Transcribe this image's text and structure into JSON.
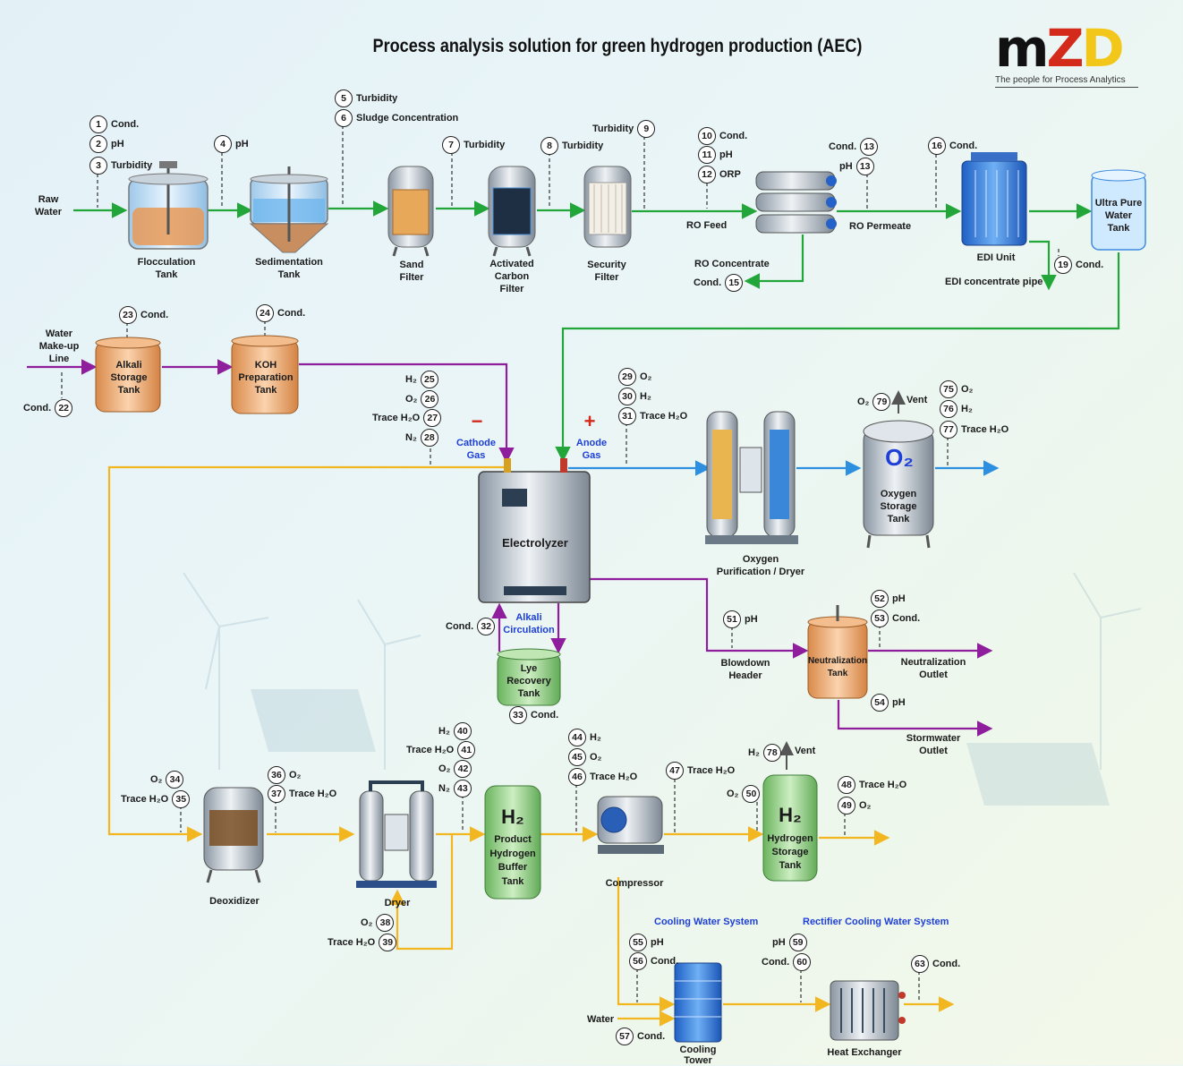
{
  "title": "Process analysis solution for green hydrogen production (AEC)",
  "logo": {
    "text": "mZD",
    "tagline": "The people for Process Analytics"
  },
  "colors": {
    "water": "#22a63a",
    "lye": "#8e1e9c",
    "oxygen": "#2d8fe0",
    "hydrogen": "#f2b720",
    "accent": "#1d3fd6"
  },
  "units": {
    "raw_water": "Raw\nWater",
    "flocculation": "Flocculation\nTank",
    "sedimentation": "Sedimentation\nTank",
    "sand_filter": "Sand\nFilter",
    "activated_carbon": "Activated\nCarbon\nFilter",
    "security_filter": "Security\nFilter",
    "ro_feed": "RO Feed",
    "ro_permeate": "RO Permeate",
    "ro_concentrate": "RO Concentrate",
    "edi_unit": "EDI Unit",
    "edi_concentrate": "EDI concentrate pipe",
    "ultra_pure": "Ultra Pure\nWater\nTank",
    "water_makeup": "Water\nMake-up\nLine",
    "alkali_storage": "Alkali\nStorage\nTank",
    "koh_prep": "KOH\nPreparation\nTank",
    "cathode_gas": "Cathode\nGas",
    "anode_gas": "Anode\nGas",
    "electrolyzer": "Electrolyzer",
    "oxygen_purif": "Oxygen\nPurification / Dryer",
    "oxygen_storage": "Oxygen\nStorage\nTank",
    "alkali_circ": "Alkali\nCirculation",
    "lye_recovery": "Lye\nRecovery\nTank",
    "blowdown": "Blowdown\nHeader",
    "neutralization": "Neutralization\nTank",
    "neut_outlet": "Neutralization\nOutlet",
    "storm_outlet": "Stormwater\nOutlet",
    "deoxidizer": "Deoxidizer",
    "dryer": "Dryer",
    "product_h2": "Product\nHydrogen\nBuffer\nTank",
    "compressor": "Compressor",
    "h2_storage": "Hydrogen\nStorage\nTank",
    "cooling_water": "Cooling Water System",
    "rectifier_cooling": "Rectifier Cooling Water System",
    "water_in": "Water",
    "cooling_tower": "Cooling\nTower",
    "heat_exchanger": "Heat Exchanger",
    "vent": "Vent",
    "o2_symbol": "O₂",
    "h2_symbol": "H₂",
    "minus": "−",
    "plus": "+"
  },
  "signals": [
    {
      "n": "1",
      "t": "Cond."
    },
    {
      "n": "2",
      "t": "pH"
    },
    {
      "n": "3",
      "t": "Turbidity"
    },
    {
      "n": "4",
      "t": "pH"
    },
    {
      "n": "5",
      "t": "Turbidity"
    },
    {
      "n": "6",
      "t": "Sludge Concentration"
    },
    {
      "n": "7",
      "t": "Turbidity"
    },
    {
      "n": "8",
      "t": "Turbidity"
    },
    {
      "n": "9",
      "t": "Turbidity"
    },
    {
      "n": "10",
      "t": "Cond."
    },
    {
      "n": "11",
      "t": "pH"
    },
    {
      "n": "12",
      "t": "ORP"
    },
    {
      "n": "13",
      "t": "Cond."
    },
    {
      "n": "13",
      "t": "pH"
    },
    {
      "n": "15",
      "t": "Cond."
    },
    {
      "n": "16",
      "t": "Cond."
    },
    {
      "n": "19",
      "t": "Cond."
    },
    {
      "n": "22",
      "t": "Cond."
    },
    {
      "n": "23",
      "t": "Cond."
    },
    {
      "n": "24",
      "t": "Cond."
    },
    {
      "n": "25",
      "t": "H₂"
    },
    {
      "n": "26",
      "t": "O₂"
    },
    {
      "n": "27",
      "t": "Trace H₂O"
    },
    {
      "n": "28",
      "t": "N₂"
    },
    {
      "n": "29",
      "t": "O₂"
    },
    {
      "n": "30",
      "t": "H₂"
    },
    {
      "n": "31",
      "t": "Trace H₂O"
    },
    {
      "n": "79",
      "t": "O₂"
    },
    {
      "n": "75",
      "t": "O₂"
    },
    {
      "n": "76",
      "t": "H₂"
    },
    {
      "n": "77",
      "t": "Trace H₂O"
    },
    {
      "n": "32",
      "t": "Cond."
    },
    {
      "n": "33",
      "t": "Cond."
    },
    {
      "n": "51",
      "t": "pH"
    },
    {
      "n": "52",
      "t": "pH"
    },
    {
      "n": "53",
      "t": "Cond."
    },
    {
      "n": "54",
      "t": "pH"
    },
    {
      "n": "34",
      "t": "O₂"
    },
    {
      "n": "35",
      "t": "Trace H₂O"
    },
    {
      "n": "36",
      "t": "O₂"
    },
    {
      "n": "37",
      "t": "Trace H₂O"
    },
    {
      "n": "40",
      "t": "H₂"
    },
    {
      "n": "41",
      "t": "Trace H₂O"
    },
    {
      "n": "42",
      "t": "O₂"
    },
    {
      "n": "43",
      "t": "N₂"
    },
    {
      "n": "38",
      "t": "O₂"
    },
    {
      "n": "39",
      "t": "Trace H₂O"
    },
    {
      "n": "44",
      "t": "H₂"
    },
    {
      "n": "45",
      "t": "O₂"
    },
    {
      "n": "46",
      "t": "Trace H₂O"
    },
    {
      "n": "47",
      "t": "Trace H₂O"
    },
    {
      "n": "78",
      "t": "H₂"
    },
    {
      "n": "50",
      "t": "O₂"
    },
    {
      "n": "48",
      "t": "Trace H₂O"
    },
    {
      "n": "49",
      "t": "O₂"
    },
    {
      "n": "55",
      "t": "pH"
    },
    {
      "n": "56",
      "t": "Cond."
    },
    {
      "n": "57",
      "t": "Cond."
    },
    {
      "n": "59",
      "t": "pH"
    },
    {
      "n": "60",
      "t": "Cond."
    },
    {
      "n": "63",
      "t": "Cond."
    }
  ]
}
